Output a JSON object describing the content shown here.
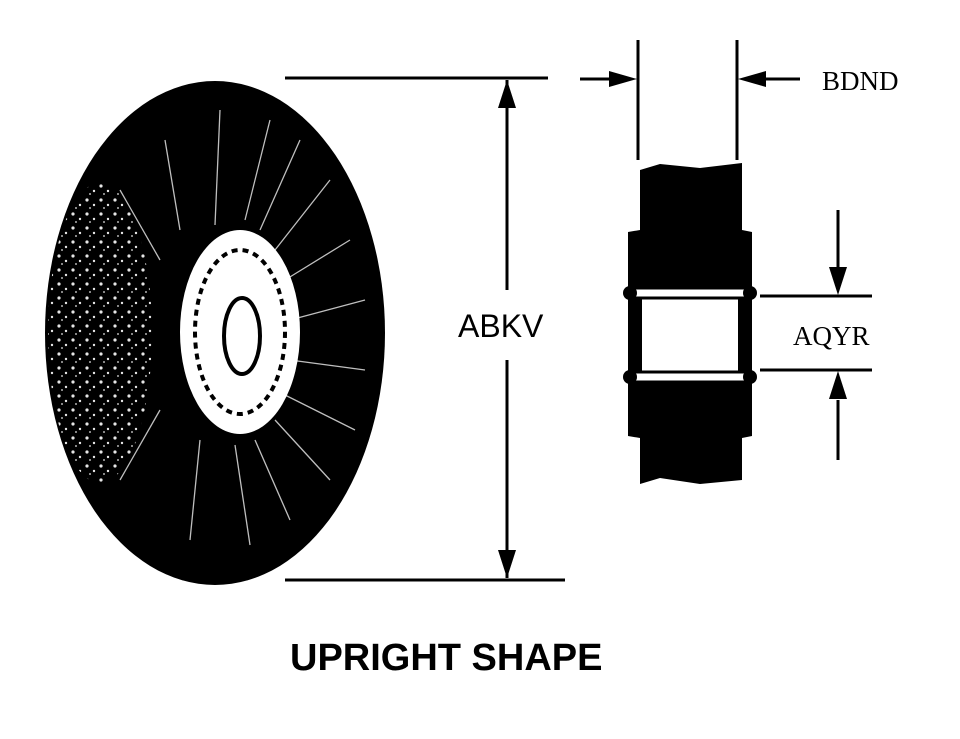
{
  "labels": {
    "face_width": "BDND",
    "diameter": "ABKV",
    "arbor_hole": "AQYR"
  },
  "caption": "UPRIGHT SHAPE",
  "colors": {
    "ink": "#000000",
    "paper": "#ffffff"
  }
}
